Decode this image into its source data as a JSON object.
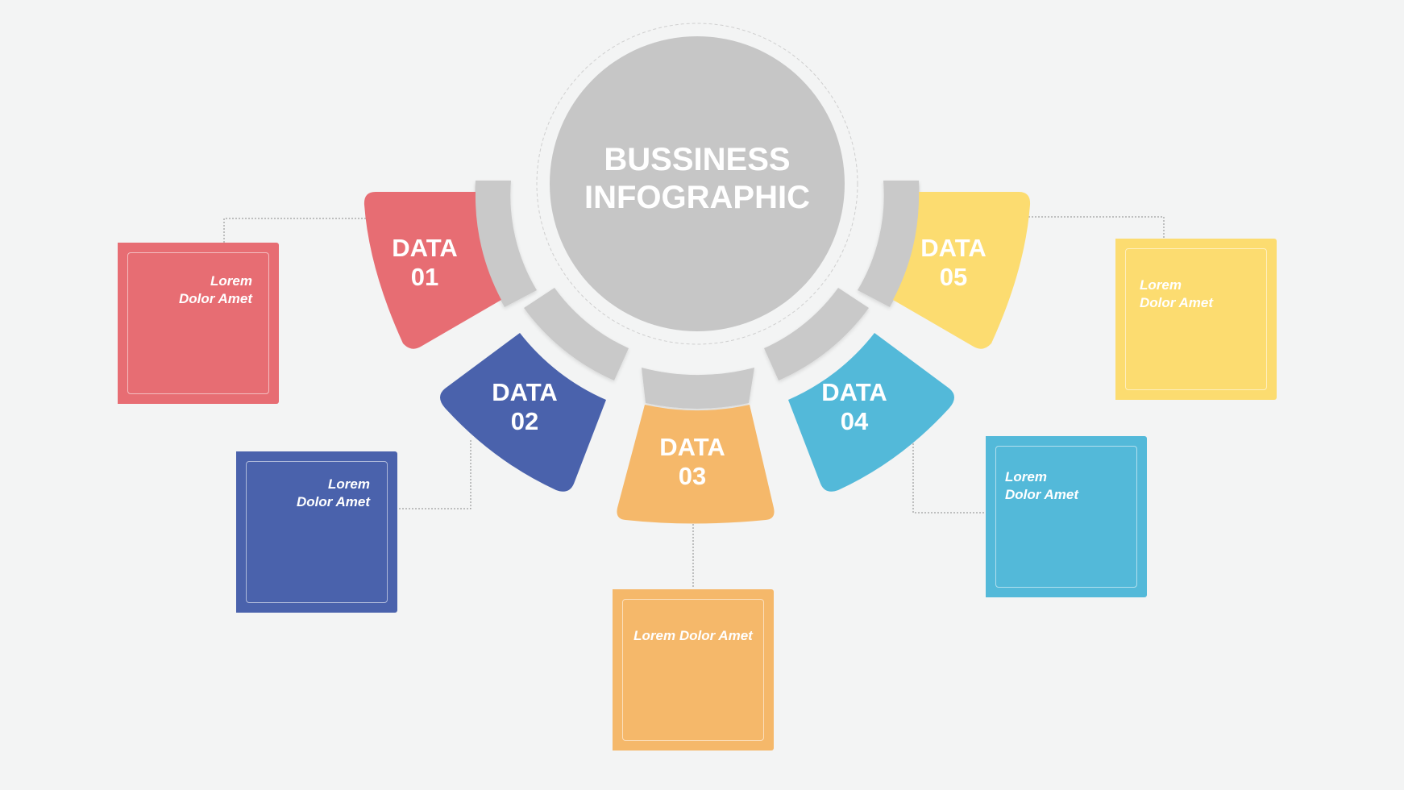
{
  "center": {
    "line1": "BUSSINESS",
    "line2": "INFOGRAPHIC"
  },
  "items": [
    {
      "title": "DATA",
      "number": "01",
      "color": "#e76d73",
      "text": [
        "Lorem",
        "Dolor Amet"
      ]
    },
    {
      "title": "DATA",
      "number": "02",
      "color": "#4a62ac",
      "text": [
        "Lorem",
        "Dolor Amet"
      ]
    },
    {
      "title": "DATA",
      "number": "03",
      "color": "#f5b86a",
      "text": [
        "Lorem Dolor Amet"
      ]
    },
    {
      "title": "DATA",
      "number": "04",
      "color": "#53b9d9",
      "text": [
        "Lorem",
        "Dolor Amet"
      ]
    },
    {
      "title": "DATA",
      "number": "05",
      "color": "#fcdc70",
      "text": [
        "Lorem",
        "Dolor Amet"
      ]
    }
  ],
  "colors": {
    "background": "#f3f4f4",
    "circle": "#c6c6c6",
    "ring": "#c9c9c9",
    "connector": "#8a8a8a"
  }
}
